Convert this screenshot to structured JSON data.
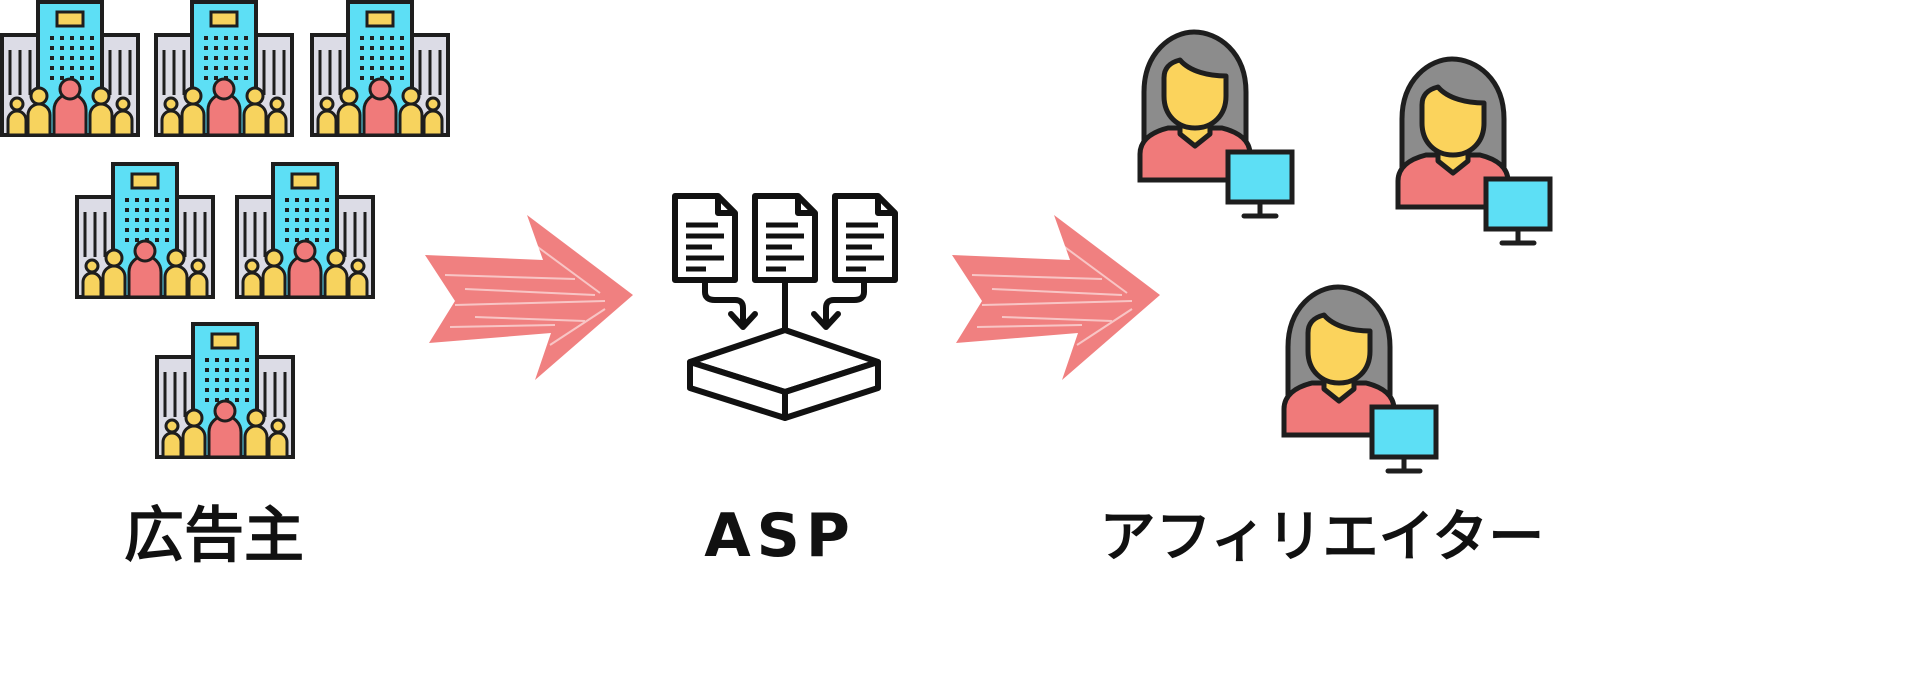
{
  "diagram": {
    "labels": {
      "advertiser": "広告主",
      "asp": "ASP",
      "affiliate": "アフィリエイター"
    },
    "icons": {
      "advertiser": "office-building-with-people-icon",
      "flow_arrow": "brush-stroke-arrow-icon",
      "asp": "documents-into-box-icon",
      "affiliate": "woman-with-computer-icon"
    },
    "colors": {
      "building_blue": "#5ddff5",
      "building_gray": "#dcdce6",
      "window_yellow": "#f7d35e",
      "person_yellow": "#f7d35e",
      "person_red": "#f07a7a",
      "arrow_pink": "#f08080",
      "hair_gray": "#8c8c8c",
      "skin_yellow": "#fbd35c",
      "shirt_red": "#f07a7a",
      "monitor_blue": "#5ddff5",
      "outline": "#1e1e1e"
    }
  }
}
